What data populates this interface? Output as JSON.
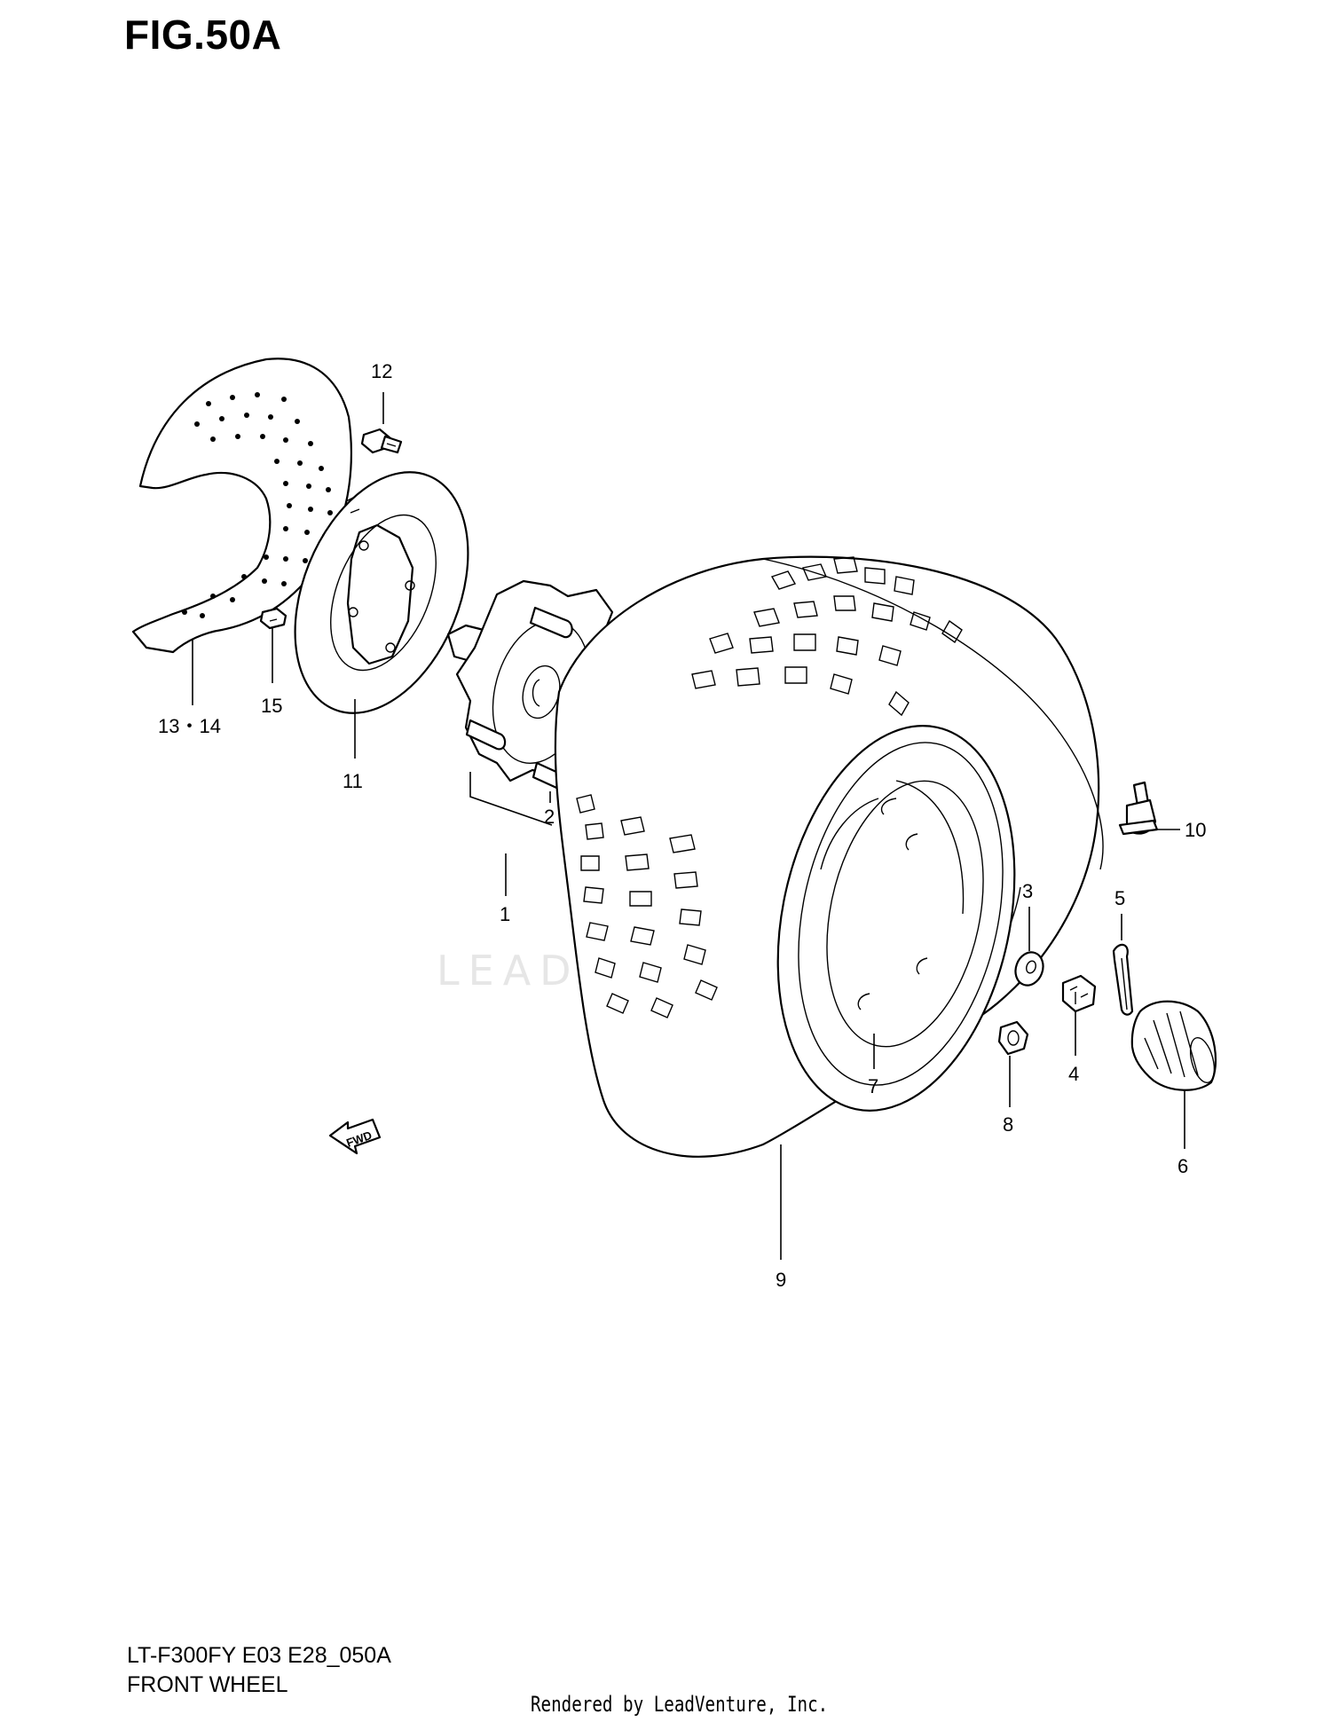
{
  "figure_title": "FIG.50A",
  "footer": {
    "model_code": "LT-F300FY E03 E28_050A",
    "section_name": "FRONT WHEEL",
    "rendered_by": "Rendered by LeadVenture, Inc."
  },
  "watermark": "LEADVENTURE",
  "fwd_label": "FWD",
  "callouts": {
    "c1": "1",
    "c2": "2",
    "c3": "3",
    "c4": "4",
    "c5": "5",
    "c6": "6",
    "c7": "7",
    "c8": "8",
    "c9": "9",
    "c10": "10",
    "c11": "11",
    "c12": "12",
    "c13_14": "13・14",
    "c15": "15"
  },
  "colors": {
    "line": "#000000",
    "background": "#ffffff",
    "watermark": "#e6e6e6"
  }
}
